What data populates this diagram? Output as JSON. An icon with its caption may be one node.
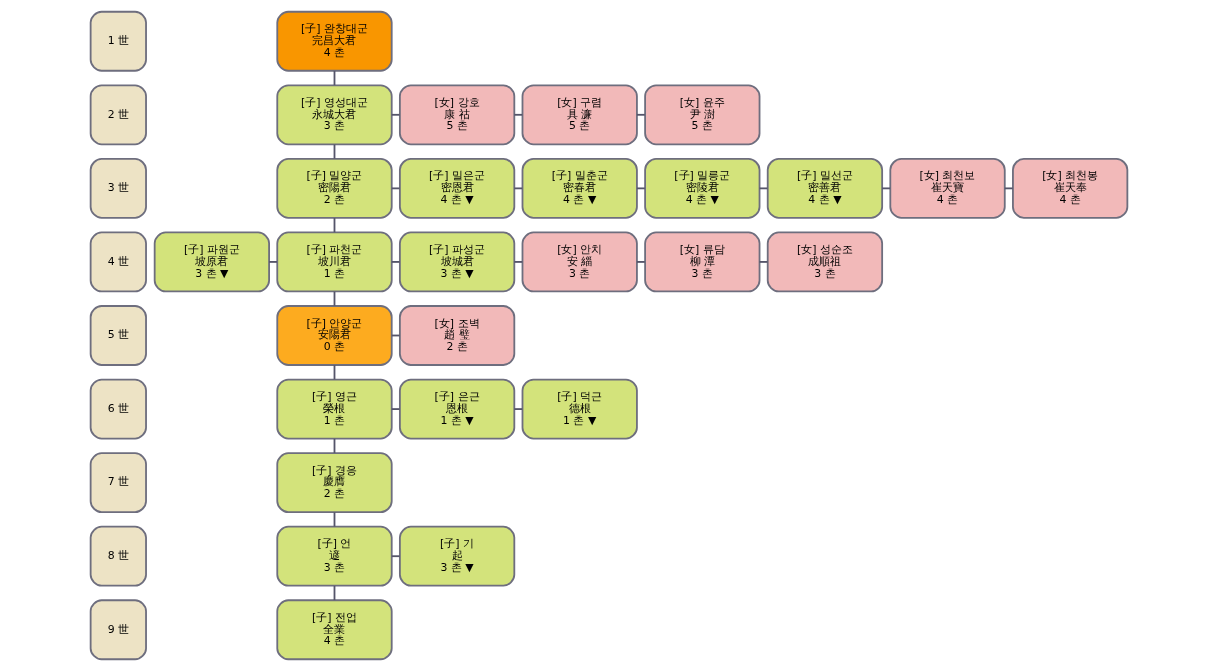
{
  "diagram": {
    "nodes": [
      {
        "text": [
          "1 世"
        ]
      },
      {
        "text": [
          "[子] 완창대군",
          "完昌大君",
          "4 촌"
        ]
      },
      {
        "text": [
          "2 世"
        ]
      },
      {
        "text": [
          "[子] 영성대군",
          "永城大君",
          "3 촌"
        ]
      },
      {
        "text": [
          "[女] 강호",
          "康 祜",
          "5 촌"
        ]
      },
      {
        "text": [
          "[女] 구렴",
          "具 濂",
          "5 촌"
        ]
      },
      {
        "text": [
          "[女] 윤주",
          "尹 澍",
          "5 촌"
        ]
      },
      {
        "text": [
          "3 世"
        ]
      },
      {
        "text": [
          "[子] 밀양군",
          "密陽君",
          "2 촌"
        ]
      },
      {
        "text": [
          "[子] 밀은군",
          "密恩君",
          "4 촌 ▼"
        ]
      },
      {
        "text": [
          "[子] 밀춘군",
          "密春君",
          "4 촌 ▼"
        ]
      },
      {
        "text": [
          "[子] 밀릉군",
          "密陵君",
          "4 촌 ▼"
        ]
      },
      {
        "text": [
          "[子] 밀선군",
          "密善君",
          "4 촌 ▼"
        ]
      },
      {
        "text": [
          "[女] 최천보",
          "崔天寶",
          "4 촌"
        ]
      },
      {
        "text": [
          "[女] 최천봉",
          "崔天奉",
          "4 촌"
        ]
      },
      {
        "text": [
          "4 世"
        ]
      },
      {
        "text": [
          "[子] 파원군",
          "坡原君",
          "3 촌 ▼"
        ]
      },
      {
        "text": [
          "[子] 파천군",
          "坡川君",
          "1 촌"
        ]
      },
      {
        "text": [
          "[子] 파성군",
          "坡城君",
          "3 촌 ▼"
        ]
      },
      {
        "text": [
          "[女] 안치",
          "安 緇",
          "3 촌"
        ]
      },
      {
        "text": [
          "[女] 류담",
          "柳 潭",
          "3 촌"
        ]
      },
      {
        "text": [
          "[女] 성순조",
          "成順祖",
          "3 촌"
        ]
      },
      {
        "text": [
          "5 世"
        ]
      },
      {
        "text": [
          "[子] 안양군",
          "安陽君",
          "0 촌"
        ]
      },
      {
        "text": [
          "[女] 조벽",
          "趙 璧",
          "2 촌"
        ]
      },
      {
        "text": [
          "6 世"
        ]
      },
      {
        "text": [
          "[子] 영근",
          "榮根",
          "1 촌"
        ]
      },
      {
        "text": [
          "[子] 은근",
          "恩根",
          "1 촌 ▼"
        ]
      },
      {
        "text": [
          "[子] 덕근",
          "德根",
          "1 촌 ▼"
        ]
      },
      {
        "text": [
          "7 世"
        ]
      },
      {
        "text": [
          "[子] 경응",
          "慶膺",
          "2 촌"
        ]
      },
      {
        "text": [
          "8 世"
        ]
      },
      {
        "text": [
          "[子] 언",
          "遃",
          "3 촌"
        ]
      },
      {
        "text": [
          "[子] 기",
          "起",
          "3 촌 ▼"
        ]
      },
      {
        "text": [
          "9 世"
        ]
      },
      {
        "text": [
          "[子] 전업",
          "全業",
          "4 촌"
        ]
      }
    ],
    "edges": [
      {
        "from": 1,
        "to": 3,
        "arrow": "none"
      },
      {
        "from": 3,
        "to": 4,
        "arrow": "none"
      },
      {
        "from": 4,
        "to": 5,
        "arrow": "none"
      },
      {
        "from": 5,
        "to": 6,
        "arrow": "none"
      },
      {
        "from": 3,
        "to": 8,
        "arrow": "none"
      },
      {
        "from": 8,
        "to": 9,
        "arrow": "none"
      },
      {
        "from": 9,
        "to": 10,
        "arrow": "none"
      },
      {
        "from": 10,
        "to": 11,
        "arrow": "none"
      },
      {
        "from": 11,
        "to": 12,
        "arrow": "none"
      },
      {
        "from": 12,
        "to": 13,
        "arrow": "none"
      },
      {
        "from": 13,
        "to": 14,
        "arrow": "none"
      },
      {
        "from": 8,
        "to": 17,
        "arrow": "none"
      },
      {
        "from": 16,
        "to": 17,
        "arrow": "none"
      },
      {
        "from": 17,
        "to": 18,
        "arrow": "none"
      },
      {
        "from": 18,
        "to": 19,
        "arrow": "none"
      },
      {
        "from": 19,
        "to": 20,
        "arrow": "none"
      },
      {
        "from": 20,
        "to": 21,
        "arrow": "none"
      },
      {
        "from": 17,
        "to": 23,
        "arrow": "none"
      },
      {
        "from": 23,
        "to": 24,
        "arrow": "none"
      },
      {
        "from": 23,
        "to": 26,
        "arrow": "none"
      },
      {
        "from": 26,
        "to": 27,
        "arrow": "none"
      },
      {
        "from": 27,
        "to": 28,
        "arrow": "none"
      },
      {
        "from": 26,
        "to": 30,
        "arrow": "none"
      },
      {
        "from": 30,
        "to": 32,
        "arrow": "none"
      },
      {
        "from": 32,
        "to": 33,
        "arrow": "none"
      },
      {
        "from": 32,
        "to": 35,
        "arrow": "none"
      }
    ]
  }
}
